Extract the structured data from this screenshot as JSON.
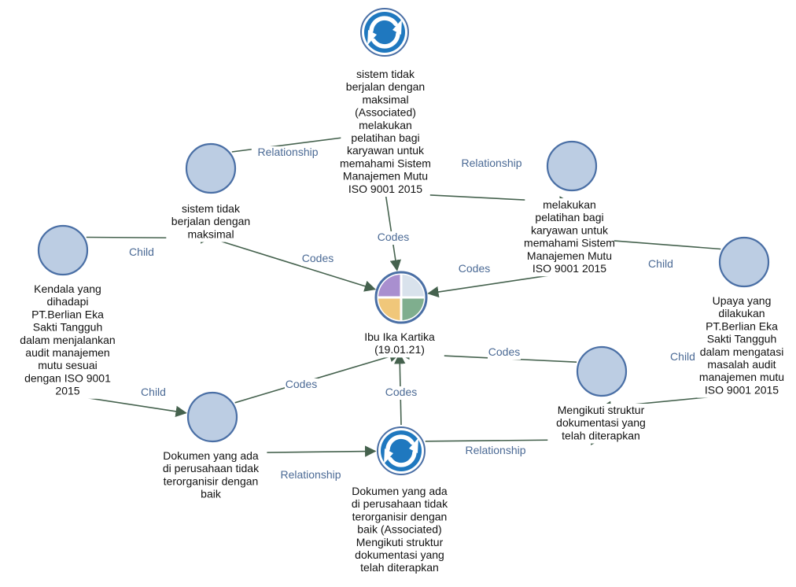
{
  "diagram": {
    "nodes": [
      {
        "id": "kendala",
        "kind": "plain",
        "label": "Kendala yang\ndihadapi\nPT.Berlian Eka\nSakti Tangguh\ndalam menjalankan\naudit manajemen\nmutu sesuai\ndengan ISO 9001\n2015"
      },
      {
        "id": "sistem",
        "kind": "plain",
        "label": "sistem tidak\nberjalan dengan\nmaksimal"
      },
      {
        "id": "assoc1",
        "kind": "associated",
        "label": "sistem tidak\nberjalan dengan\nmaksimal\n(Associated)\nmelakukan\npelatihan bagi\nkaryawan untuk\nmemahami Sistem\nManajemen Mutu\nISO 9001 2015"
      },
      {
        "id": "pelatihan",
        "kind": "plain",
        "label": "melakukan\npelatihan bagi\nkaryawan untuk\nmemahami Sistem\nManajemen Mutu\nISO 9001 2015"
      },
      {
        "id": "upaya",
        "kind": "plain",
        "label": "Upaya yang\ndilakukan\nPT.Berlian Eka\nSakti Tangguh\ndalam mengatasi\nmasalah audit\nmanajemen mutu\nISO 9001 2015"
      },
      {
        "id": "case",
        "kind": "case",
        "label": "Ibu Ika Kartika\n(19.01.21)"
      },
      {
        "id": "dokumen",
        "kind": "plain",
        "label": "Dokumen yang ada\ndi perusahaan tidak\nterorganisir dengan\nbaik"
      },
      {
        "id": "assoc2",
        "kind": "associated",
        "label": "Dokumen yang ada\ndi perusahaan tidak\nterorganisir dengan\nbaik (Associated)\nMengikuti struktur\ndokumentasi yang\ntelah diterapkan"
      },
      {
        "id": "mengikuti",
        "kind": "plain",
        "label": "Mengikuti struktur\ndokumentasi yang\ntelah diterapkan"
      }
    ],
    "edges": [
      {
        "id": "e1",
        "from": "kendala",
        "to": "sistem",
        "label": "Child"
      },
      {
        "id": "e2",
        "from": "kendala",
        "to": "dokumen",
        "label": "Child"
      },
      {
        "id": "e3",
        "from": "sistem",
        "to": "assoc1",
        "label": "Relationship"
      },
      {
        "id": "e4",
        "from": "assoc1",
        "to": "pelatihan",
        "label": "Relationship"
      },
      {
        "id": "e5",
        "from": "sistem",
        "to": "case",
        "label": "Codes"
      },
      {
        "id": "e6",
        "from": "assoc1",
        "to": "case",
        "label": "Codes"
      },
      {
        "id": "e7",
        "from": "pelatihan",
        "to": "case",
        "label": "Codes"
      },
      {
        "id": "e8",
        "from": "upaya",
        "to": "pelatihan",
        "label": "Child"
      },
      {
        "id": "e9",
        "from": "upaya",
        "to": "mengikuti",
        "label": "Child"
      },
      {
        "id": "e10",
        "from": "mengikuti",
        "to": "case",
        "label": "Codes"
      },
      {
        "id": "e11",
        "from": "dokumen",
        "to": "case",
        "label": "Codes"
      },
      {
        "id": "e12",
        "from": "assoc2",
        "to": "case",
        "label": "Codes"
      },
      {
        "id": "e13",
        "from": "dokumen",
        "to": "assoc2",
        "label": "Relationship"
      },
      {
        "id": "e14",
        "from": "assoc2",
        "to": "mengikuti",
        "label": "Relationship"
      }
    ]
  },
  "colors": {
    "node_fill": "#bccde3",
    "node_stroke": "#4a6fa5",
    "edge_stroke": "#45624e",
    "edge_label": "#4b6a95",
    "associated_bg": "#1f78bf",
    "case_q1": "#a98fcf",
    "case_q2": "#d9e2ec",
    "case_q3": "#f0c77a",
    "case_q4": "#7fae8e"
  },
  "icons": {
    "plain": "circle-node-icon",
    "associated": "refresh-arrows-icon",
    "case": "case-quadrant-icon"
  }
}
